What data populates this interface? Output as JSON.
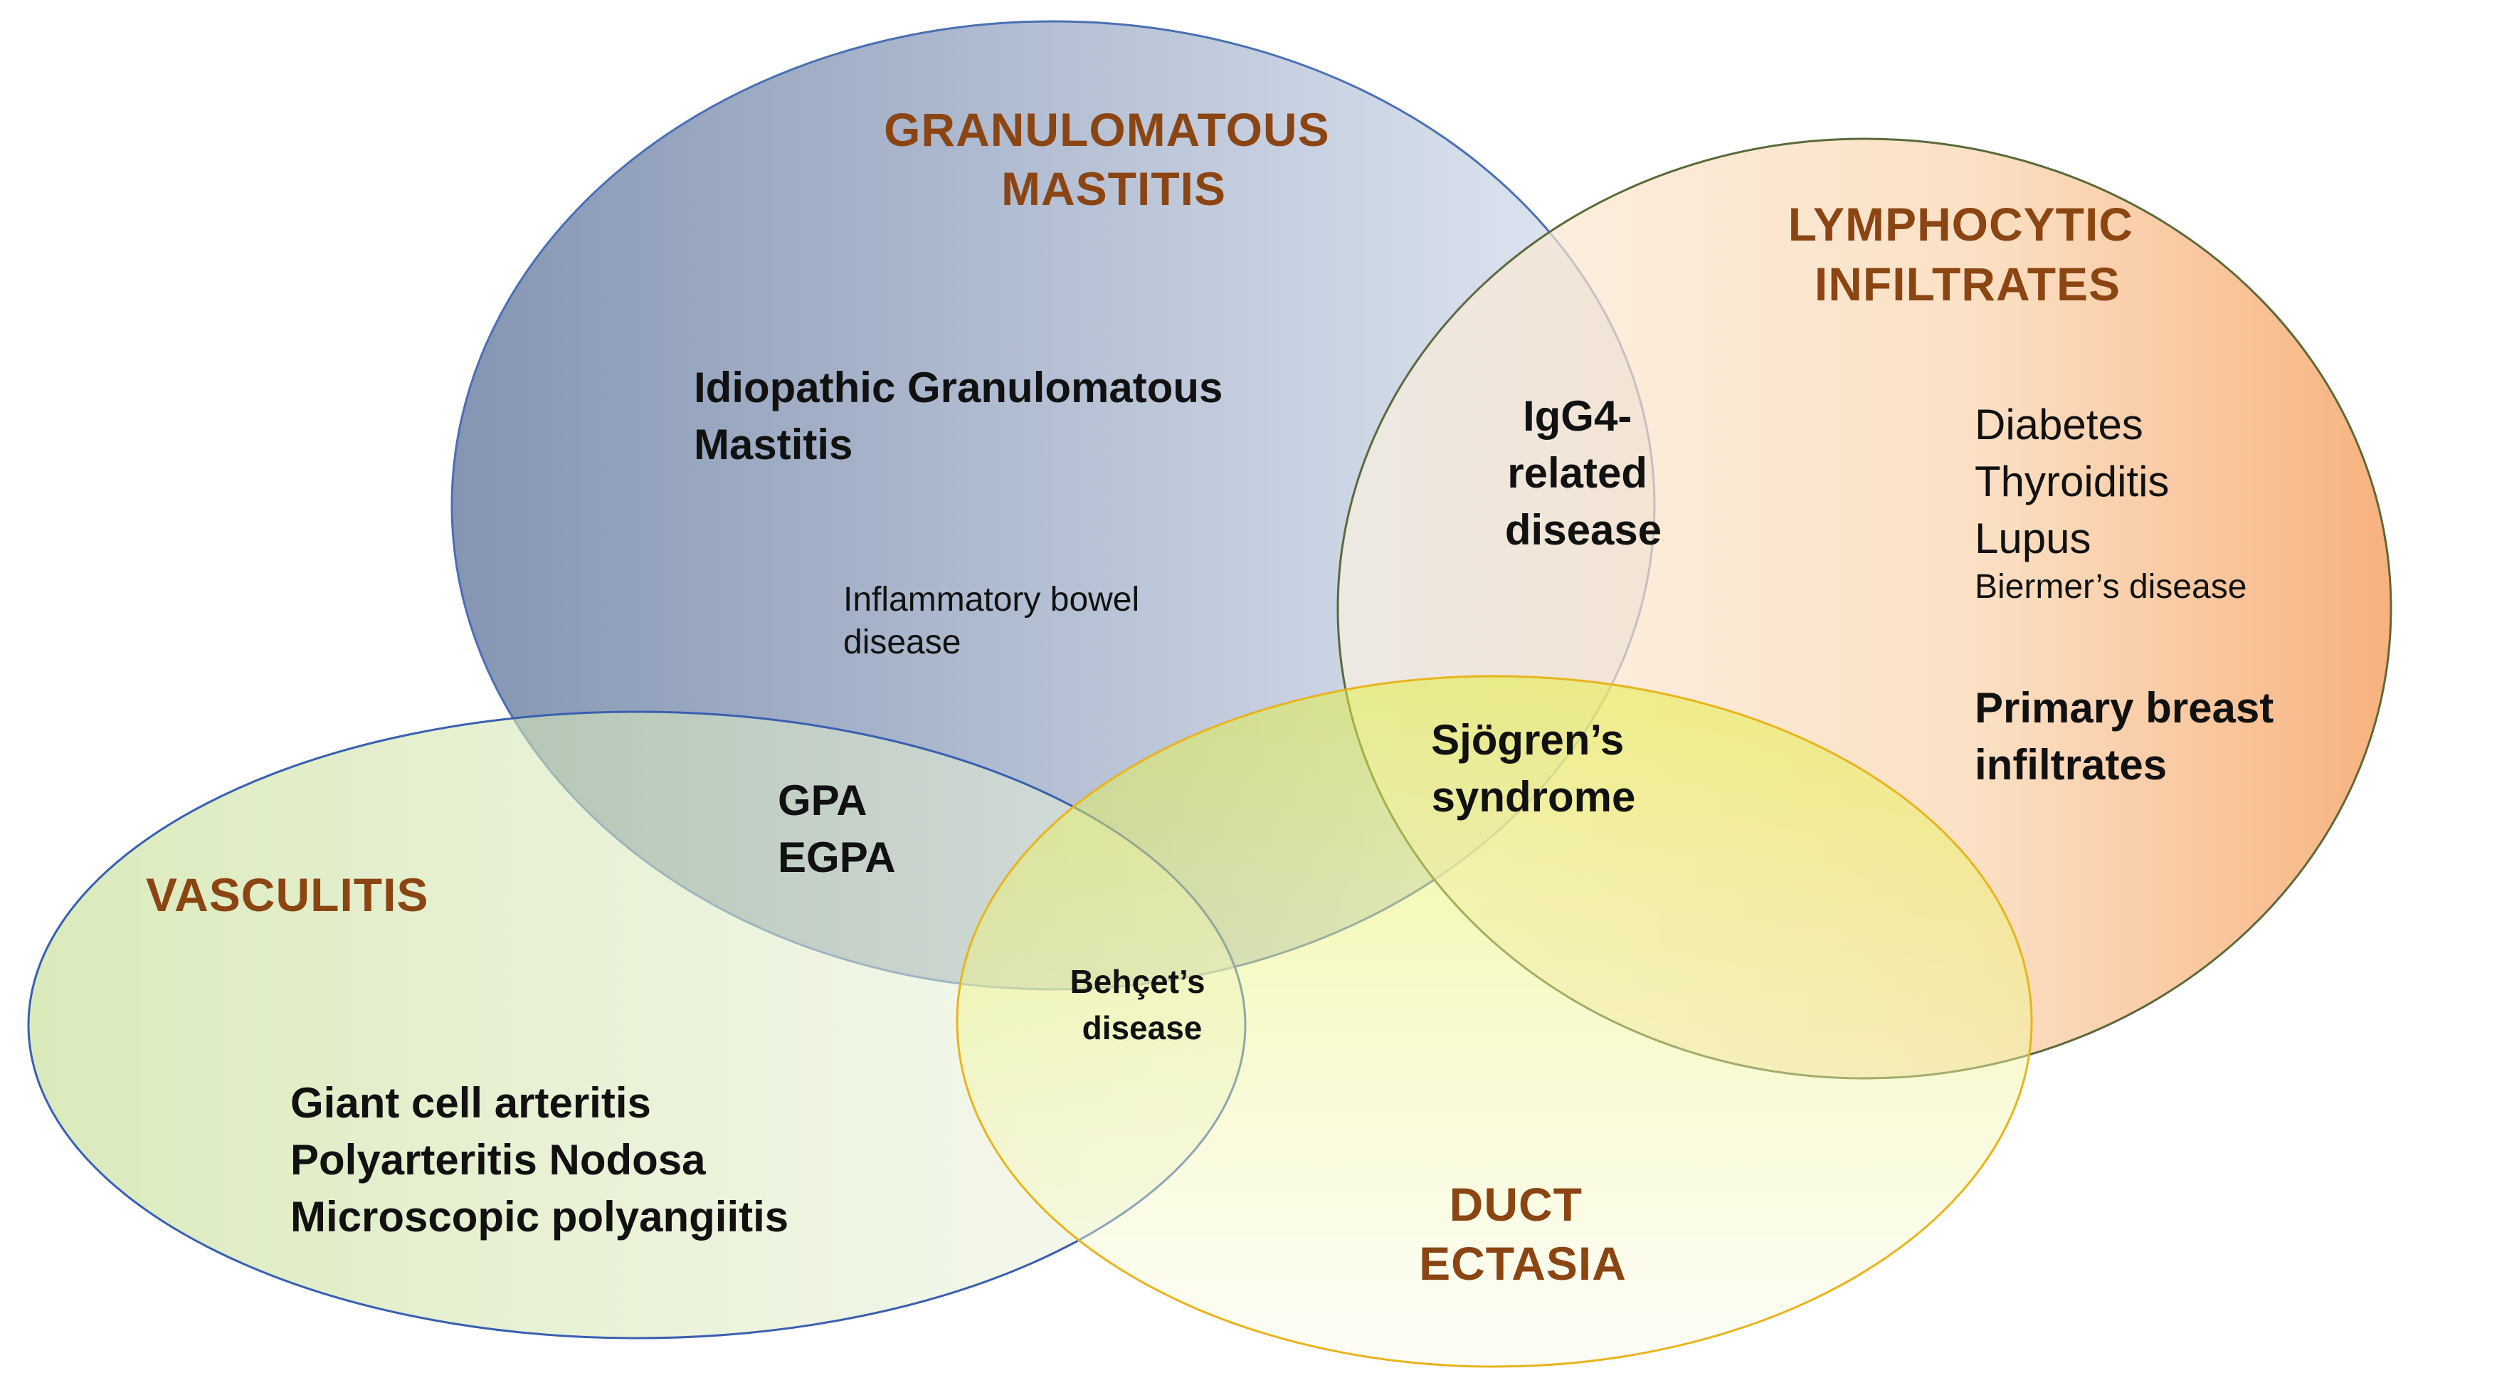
{
  "colors": {
    "title": "#8B4513",
    "granulomatous_left": "#7e8fae",
    "granulomatous_right": "#e2e9f4",
    "granulomatous_edge": "#4a6fb5",
    "lymphocytic_left": "#fbf1e2",
    "lymphocytic_right": "#f6a060",
    "lymphocytic_edge": "#5a6a3a",
    "vasculitis_left": "#c6df96",
    "vasculitis_right": "#eef3e3",
    "vasculitis_edge": "#3a5fb0",
    "duct_top": "#e3ee40",
    "duct_bottom": "#fbfbee",
    "duct_edge": "#e8b41c"
  },
  "sets": {
    "granulomatous": {
      "title_line1": "GRANULOMATOUS",
      "title_line2": "MASTITIS",
      "item1_line1": "Idiopathic Granulomatous",
      "item1_line2": "Mastitis",
      "item2_line1": "Inflammatory bowel",
      "item2_line2": "disease"
    },
    "lymphocytic": {
      "title_line1": "LYMPHOCYTIC",
      "title_line2": "INFILTRATES",
      "items": [
        "Diabetes",
        "Thyroiditis",
        "Lupus"
      ],
      "small_item": "Biermer’s disease",
      "bold_line1": "Primary breast",
      "bold_line2": "infiltrates"
    },
    "vasculitis": {
      "title": "VASCULITIS",
      "items": [
        "Giant cell arteritis",
        "Polyarteritis Nodosa",
        "Microscopic polyangiitis"
      ]
    },
    "duct": {
      "title_line1": "DUCT",
      "title_line2": "ECTASIA"
    }
  },
  "overlaps": {
    "igg4": [
      "IgG4-",
      "related",
      "disease"
    ],
    "gpa": [
      "GPA",
      "EGPA"
    ],
    "sjogren": [
      "Sjögren’s",
      "syndrome"
    ],
    "behcet": [
      "Behçet’s",
      "disease"
    ]
  }
}
